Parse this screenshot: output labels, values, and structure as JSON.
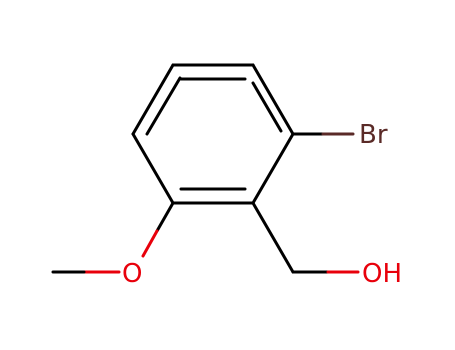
{
  "molecule": {
    "atoms": {
      "bromine": "Br",
      "hydroxyl": "OH",
      "methoxy_oxygen": "O"
    },
    "colors": {
      "bond": "#000000",
      "bromine": "#5a2a27",
      "oxygen": "#e8000b",
      "background": "#ffffff"
    }
  }
}
